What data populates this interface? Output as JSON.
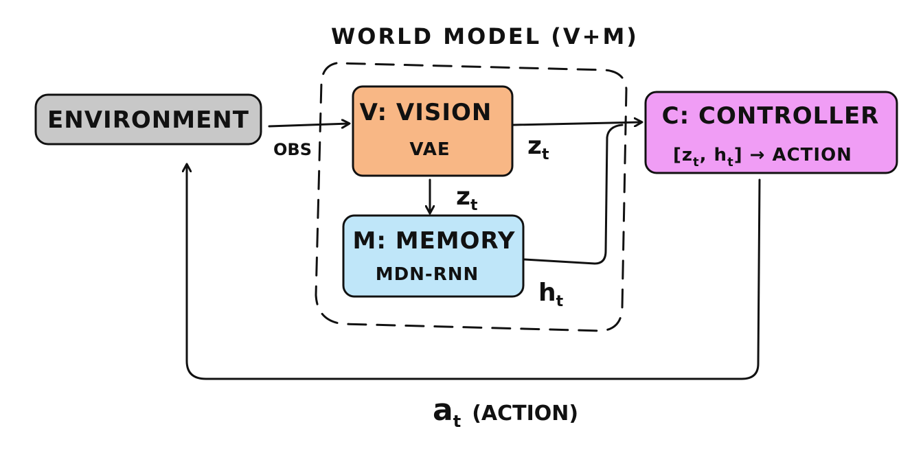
{
  "title": "WORLD MODEL (V+M)",
  "nodes": {
    "environment": {
      "label": "ENVIRONMENT",
      "color": "#c8c8c8"
    },
    "vision": {
      "label": "V: VISION",
      "sub": "VAE",
      "color": "#f8b785"
    },
    "memory": {
      "label": "M: MEMORY",
      "sub": "MDN-RNN",
      "color": "#bfe6f9"
    },
    "controller": {
      "label": "C: CONTROLLER",
      "sub": "[z",
      "sub_z": "t",
      "sub_mid": ", h",
      "sub_h": "t",
      "sub_end": "] → ACTION",
      "color": "#f09df5"
    }
  },
  "edges": {
    "obs": "OBS",
    "zt_right": {
      "base": "z",
      "sub": "t"
    },
    "zt_down": {
      "base": "z",
      "sub": "t"
    },
    "ht": {
      "base": "h",
      "sub": "t"
    },
    "action": {
      "base": "a",
      "sub": "t",
      "suffix": "(ACTION)"
    }
  }
}
